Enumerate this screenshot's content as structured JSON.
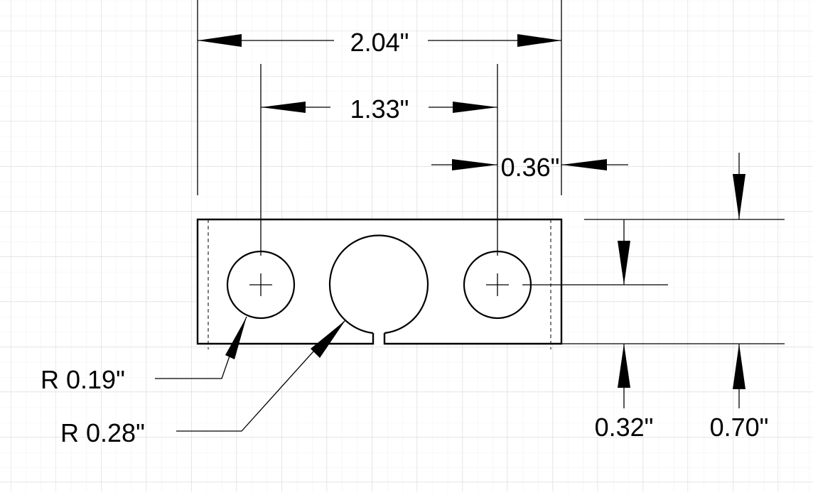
{
  "drawing": {
    "dimensions": {
      "overall_width": "2.04\"",
      "hole_spacing": "1.33\"",
      "edge_offset": "0.36\"",
      "hole_center_height": "0.32\"",
      "overall_height": "0.70\"",
      "small_hole_radius": "R 0.19\"",
      "large_hole_radius": "R 0.28\""
    }
  }
}
